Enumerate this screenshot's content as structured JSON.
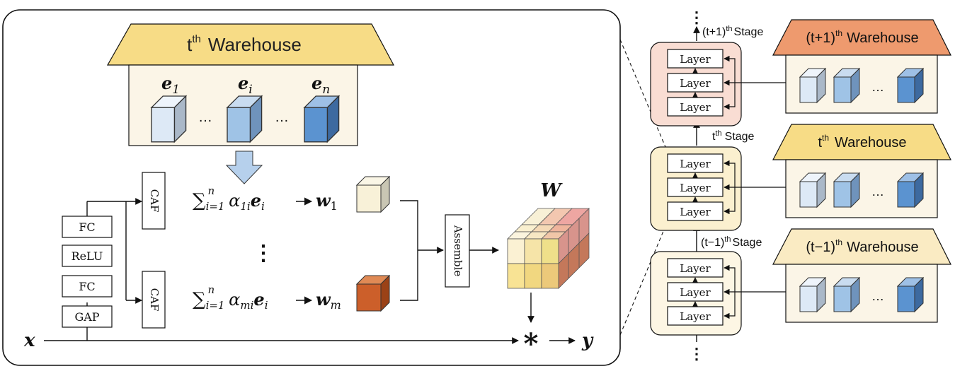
{
  "left_panel": {
    "warehouse": {
      "title_base": "t",
      "title_sup": "th",
      "title_word": "Warehouse",
      "experts": [
        {
          "sym": "e",
          "sub": "1"
        },
        {
          "sym": "e",
          "sub": "i"
        },
        {
          "sym": "e",
          "sub": "n"
        }
      ],
      "dots": "…"
    },
    "gate_stack": [
      "FC",
      "ReLU",
      "FC",
      "GAP"
    ],
    "caf_label": "CAF",
    "formulas": [
      {
        "sum": "∑",
        "sub": "i=1",
        "sup": "n",
        "alpha": "α",
        "alpha_sub": "1i",
        "e": "e",
        "e_sub": "i",
        "w": "w",
        "w_sub": "1"
      },
      {
        "sum": "∑",
        "sub": "i=1",
        "sup": "n",
        "alpha": "α",
        "alpha_sub": "mi",
        "e": "e",
        "e_sub": "i",
        "w": "w",
        "w_sub": "m"
      }
    ],
    "vdots": "⋮",
    "assemble_label": "Assemble",
    "weight_label": "W",
    "input_label": "x",
    "output_label": "y",
    "conv_symbol": "*"
  },
  "right_panel": {
    "stage_dots": "⋮",
    "stages": [
      {
        "label_base": "(t+1)",
        "label_sup": "th",
        "label_word": "Stage",
        "layers": [
          "Layer",
          "Layer",
          "Layer"
        ],
        "warehouse_base": "(t+1)",
        "warehouse_sup": "th",
        "warehouse_word": "Warehouse",
        "dots": "…"
      },
      {
        "label_base": "t",
        "label_sup": "th",
        "label_word": "Stage",
        "layers": [
          "Layer",
          "Layer",
          "Layer"
        ],
        "warehouse_base": "t",
        "warehouse_sup": "th",
        "warehouse_word": "Warehouse",
        "dots": "…"
      },
      {
        "label_base": "(t−1)",
        "label_sup": "th",
        "label_word": "Stage",
        "layers": [
          "Layer",
          "Layer",
          "Layer"
        ],
        "warehouse_base": "(t−1)",
        "warehouse_sup": "th",
        "warehouse_word": "Warehouse",
        "dots": "…"
      }
    ]
  },
  "colors": {
    "roof_t": "#f7dc86",
    "roof_t1": "#ee9a6e",
    "roof_tm1": "#faebc3",
    "house_body": "#fbf5e7",
    "stage_t1": "#f9ddd3",
    "stage_t": "#fbf0cf",
    "stage_tm1": "#fdf6e4",
    "cube_light": "#dde9f6",
    "cube_mid": "#9fc3e6",
    "cube_dark": "#5b93d0",
    "w1_cube": "#f8f1d8",
    "wm_cube": "#cc5f2a"
  }
}
